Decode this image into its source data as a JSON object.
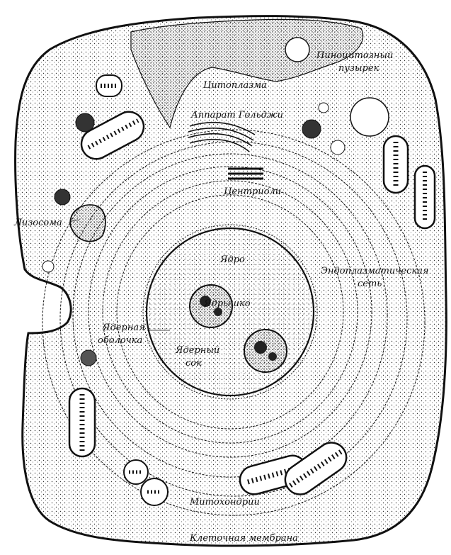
{
  "diagram": {
    "labels": {
      "pinocytosis_1": "Пиноцитозный",
      "pinocytosis_2": "пузырек",
      "cytoplasm": "Цитоплазма",
      "golgi": "Аппарат Гольджи",
      "centrioles": "Центриоли",
      "lysosome": "Лизосома",
      "nucleus": "Ядро",
      "nucleolus": "Ядрышко",
      "er_1": "Эндоплазматическая",
      "er_2": "сеть",
      "nuclear_envelope_1": "Ядерная",
      "nuclear_envelope_2": "оболочка",
      "nuclear_sap_1": "Ядерный",
      "nuclear_sap_2": "сок",
      "mitochondria": "Митохондрии",
      "cell_membrane": "Клеточная мембрана"
    },
    "colors": {
      "ink": "#111111",
      "paper": "#ffffff",
      "stipple": "#333333"
    }
  }
}
